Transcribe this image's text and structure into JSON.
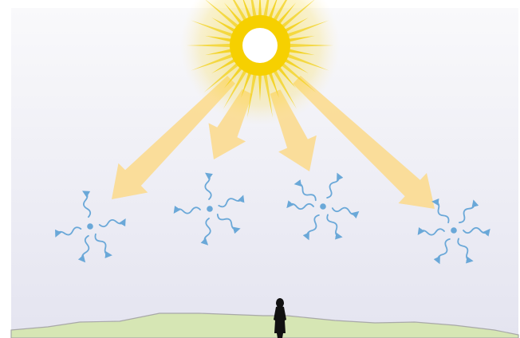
{
  "scene": {
    "colors": {
      "sky_top": "#f8f8fb",
      "sky_bottom": "#e6e6f1",
      "sun_ray": "#f3d21c",
      "sun_core": "#ffffff",
      "beam": "#fbd98a",
      "scatter": "#6aa8d8",
      "ground": "#d4e4b0",
      "ground_edge": "#a9a9a9",
      "person": "#111111"
    },
    "sun": {
      "name": "sun"
    },
    "beams": [
      {
        "name": "sunbeam-1"
      },
      {
        "name": "sunbeam-2"
      },
      {
        "name": "sunbeam-3"
      },
      {
        "name": "sunbeam-4"
      }
    ],
    "scatter_particles": [
      {
        "name": "scatter-particle-1"
      },
      {
        "name": "scatter-particle-2"
      },
      {
        "name": "scatter-particle-3"
      },
      {
        "name": "scatter-particle-4"
      }
    ],
    "observer": {
      "name": "observer"
    },
    "ground": {
      "name": "ground"
    }
  }
}
